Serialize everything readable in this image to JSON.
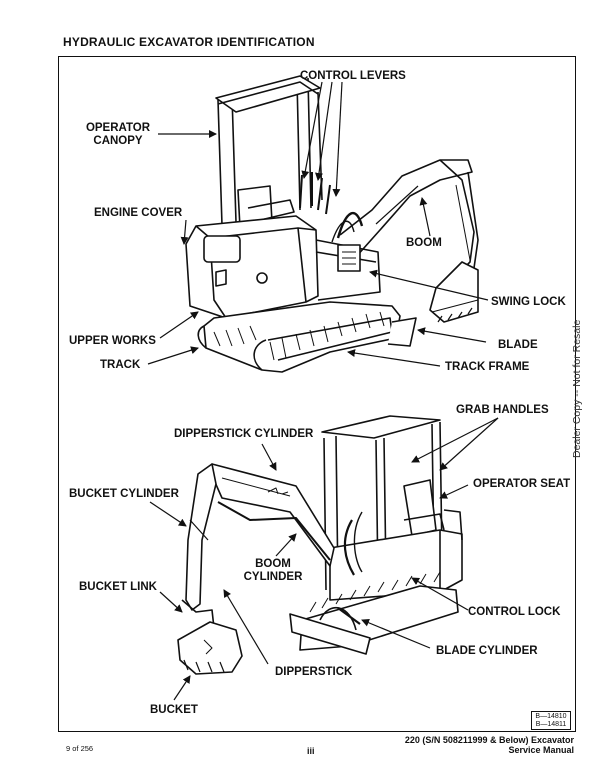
{
  "heading": "HYDRAULIC EXCAVATOR IDENTIFICATION",
  "labels_top": {
    "control_levers": "CONTROL LEVERS",
    "operator_canopy": [
      "OPERATOR",
      "CANOPY"
    ],
    "engine_cover": "ENGINE COVER",
    "boom": "BOOM",
    "swing_lock": "SWING LOCK",
    "upper_works": "UPPER WORKS",
    "blade": "BLADE",
    "track": "TRACK",
    "track_frame": "TRACK FRAME"
  },
  "labels_bottom": {
    "grab_handles": "GRAB HANDLES",
    "dipperstick_cylinder": "DIPPERSTICK CYLINDER",
    "bucket_cylinder": "BUCKET CYLINDER",
    "operator_seat": "OPERATOR SEAT",
    "boom_cylinder": [
      "BOOM",
      "CYLINDER"
    ],
    "bucket_link": "BUCKET LINK",
    "control_lock": "CONTROL LOCK",
    "blade_cylinder": "BLADE CYLINDER",
    "dipperstick": "DIPPERSTICK",
    "bucket": "BUCKET"
  },
  "figure_refs": [
    "B—14810",
    "B—14811"
  ],
  "side_note": "Dealer Copy -- Not for Resale",
  "footer": {
    "page_count": "9 of 256",
    "folio": "iii",
    "manual_title_line1": "220 (S/N 508211999 & Below) Excavator",
    "manual_title_line2": "Service Manual"
  },
  "colors": {
    "ink": "#111111",
    "paper": "#ffffff"
  }
}
